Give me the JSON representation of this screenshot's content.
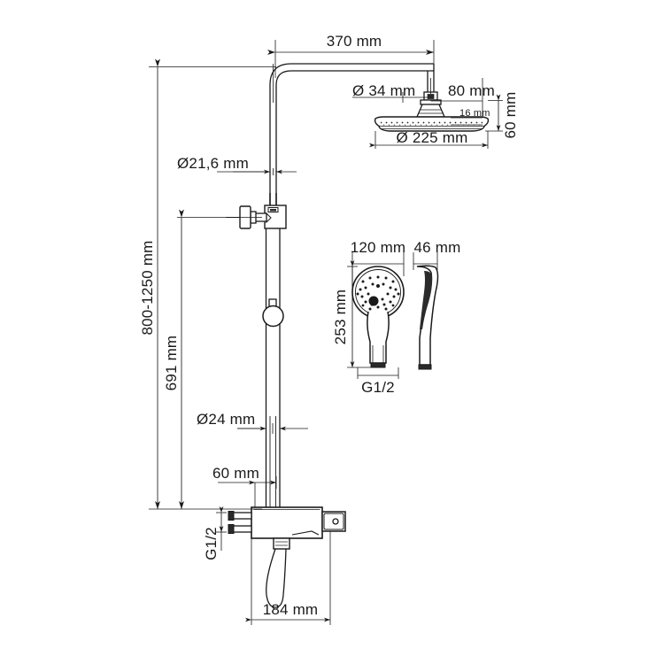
{
  "drawing": {
    "title": "Shower column technical drawing",
    "units": "mm",
    "line_color": "#1a1a1a",
    "fill_color": "#ffffff",
    "background": "#ffffff"
  },
  "dimensions": {
    "top_reach": "370 mm",
    "arm_diameter": "Ø 34 mm",
    "arm_offset": "80 mm",
    "head_thickness_small": "16 mm",
    "head_height": "60 mm",
    "head_diameter": "Ø 225 mm",
    "riser_diameter": "Ø21,6 mm",
    "height_range": "800-1250 mm",
    "bar_length": "691 mm",
    "lower_riser_diameter": "Ø24 mm",
    "mixer_offset": "60 mm",
    "inlet_thread": "G1/2",
    "mixer_width": "184 mm",
    "hand_shower_width": "120 mm",
    "hand_shower_depth": "46 mm",
    "hand_shower_length": "253 mm",
    "hand_shower_thread": "G1/2"
  },
  "parts": {
    "overhead_shower": "overhead-rain-shower-head",
    "shower_arm": "shower-arm",
    "riser_pipe": "riser-pipe",
    "wall_bracket": "wall-bracket",
    "slider_holder": "hand-shower-holder",
    "thermostatic_mixer": "thermostatic-mixer-body",
    "shower_hose": "shower-hose",
    "hand_shower_front": "hand-shower-front-view",
    "hand_shower_side": "hand-shower-side-view"
  }
}
